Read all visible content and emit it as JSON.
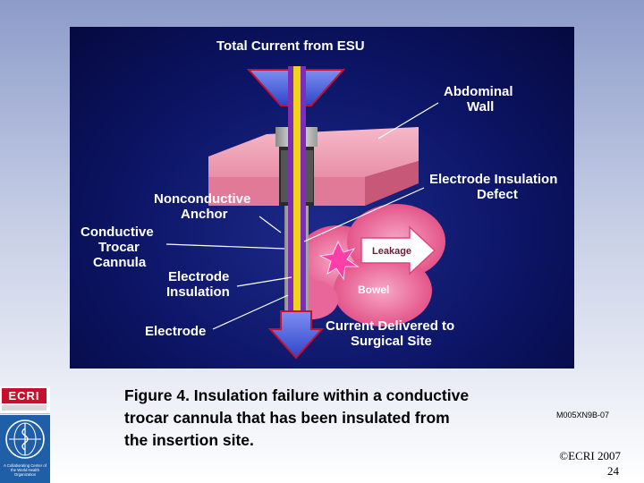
{
  "figure": {
    "labels": {
      "total_current": "Total Current from ESU",
      "abdominal_wall_1": "Abdominal",
      "abdominal_wall_2": "Wall",
      "insulation_defect_1": "Electrode Insulation",
      "insulation_defect_2": "Defect",
      "nonconductive_anchor_1": "Nonconductive",
      "nonconductive_anchor_2": "Anchor",
      "conductive_cannula_1": "Conductive",
      "conductive_cannula_2": "Trocar",
      "conductive_cannula_3": "Cannula",
      "electrode_insulation_1": "Electrode",
      "electrode_insulation_2": "Insulation",
      "electrode": "Electrode",
      "current_delivered_1": "Current Delivered to",
      "current_delivered_2": "Surgical Site",
      "leakage": "Leakage",
      "bowel": "Bowel"
    },
    "colors": {
      "background": "#0c1566",
      "tissue": "#f0a0b8",
      "arrow": "#5a73e8",
      "electrode": "#f2d31b",
      "insulation": "#7a2fb5"
    }
  },
  "caption": "Figure 4. Insulation failure within a conductive\ntrocar cannula that has been insulated from\nthe insertion site.",
  "code": "M005XN9B-07",
  "copyright": "©ECRI 2007",
  "page_number": "24",
  "logos": {
    "ecri": "ECRI",
    "who_text": "A Collaborating Center of the World Health Organization"
  }
}
